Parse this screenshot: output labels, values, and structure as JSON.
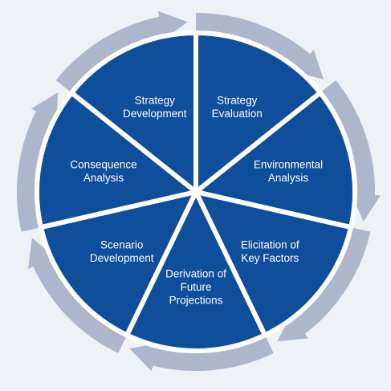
{
  "diagram": {
    "colors": {
      "background": "#eef1f6",
      "segment_fill": "#0f4e9a",
      "segment_divider": "#ffffff",
      "arrow_ring": "#aeb6cc",
      "label_text": "#ffffff"
    },
    "segments": [
      {
        "id": "strategy-evaluation",
        "lines": [
          "Strategy",
          "Evaluation"
        ]
      },
      {
        "id": "environmental-analysis",
        "lines": [
          "Environmental",
          "Analysis"
        ]
      },
      {
        "id": "elicitation-of-key-factors",
        "lines": [
          "Elicitation of",
          "Key Factors"
        ]
      },
      {
        "id": "derivation-of-future-projections",
        "lines": [
          "Derivation of",
          "Future",
          "Projections"
        ]
      },
      {
        "id": "scenario-development",
        "lines": [
          "Scenario",
          "Development"
        ]
      },
      {
        "id": "consequence-analysis",
        "lines": [
          "Consequence",
          "Analysis"
        ]
      },
      {
        "id": "strategy-development",
        "lines": [
          "Strategy",
          "Development"
        ]
      }
    ]
  }
}
